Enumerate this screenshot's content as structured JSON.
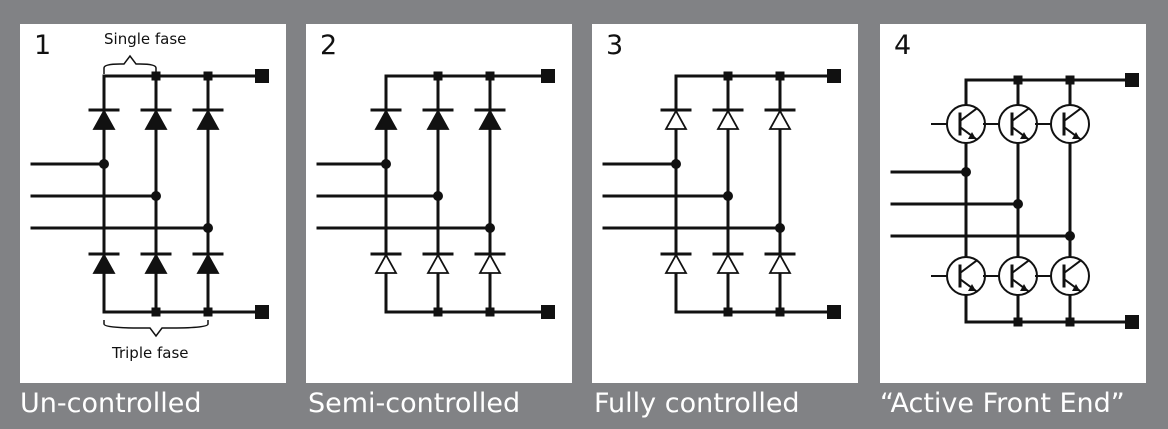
{
  "panels": [
    {
      "number": "1",
      "caption": "Un-controlled",
      "type": "diode"
    },
    {
      "number": "2",
      "caption": "Semi-controlled",
      "type": "semi"
    },
    {
      "number": "3",
      "caption": "Fully controlled",
      "type": "thyristor"
    },
    {
      "number": "4",
      "caption": "“Active Front End”",
      "type": "igbt"
    }
  ],
  "annotations": {
    "single": "Single fase",
    "triple": "Triple fase"
  },
  "colors": {
    "background": "#818285",
    "panel": "#ffffff",
    "wire": "#111111",
    "caption": "#ffffff"
  }
}
